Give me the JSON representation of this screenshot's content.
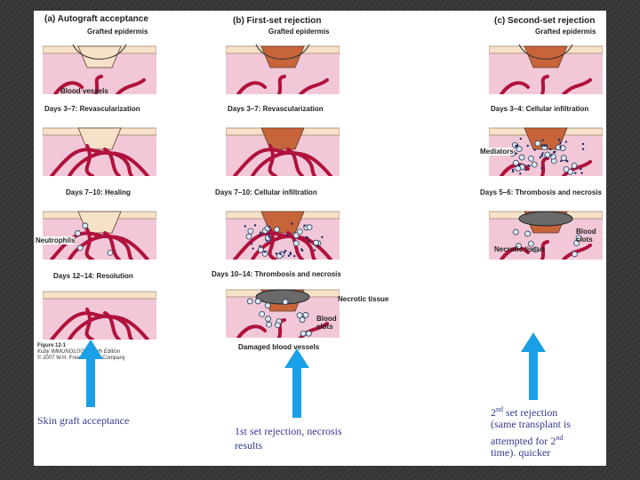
{
  "columns": [
    {
      "header": "(a) Autograft acceptance",
      "sub": "Grafted epidermis",
      "stages": [
        "Days 3–7: Revascularization",
        "Days 7–10: Healing",
        "Days 12–14: Resolution"
      ],
      "labels": [
        "Blood vessels",
        "Neutrophils"
      ]
    },
    {
      "header": "(b) First-set rejection",
      "sub": "Grafted epidermis",
      "stages": [
        "Days 3–7: Revascularization",
        "Days 7–10: Cellular infiltration",
        "Days 10–14: Thrombosis and necrosis"
      ],
      "labels": [
        "Necrotic tissue",
        "Blood",
        "clots",
        "Damaged blood vessels"
      ]
    },
    {
      "header": "(c) Second-set rejection",
      "sub": "Grafted epidermis",
      "stages": [
        "Days 3–4: Cellular infiltration",
        "Days 5–6: Thrombosis and necrosis"
      ],
      "labels": [
        "Mediators",
        "Blood",
        "clots",
        "Necrotic tissue"
      ]
    }
  ],
  "figure_caption": [
    "Figure 12-1",
    "Kuby IMMUNOLOGY, Sixth Edition",
    "© 2007 W.H. Freeman and Company"
  ],
  "notes": {
    "left": "Skin graft acceptance",
    "middle_1": "1st set rejection, necrosis",
    "middle_2": "results",
    "right_1a": "2",
    "right_1sup": "nd",
    "right_1b": " set rejection",
    "right_2": "(same transplant is",
    "right_3a": "attempted for 2",
    "right_3sup": "nd",
    "right_4": "time). quicker"
  },
  "colors": {
    "arrow": "#1aa0e6",
    "vessel": "#b0123c",
    "graft": "#c8643a",
    "dermis": "#f2c8d8",
    "epidermis": "#f6e2c8",
    "note_text": "#333a8c"
  }
}
